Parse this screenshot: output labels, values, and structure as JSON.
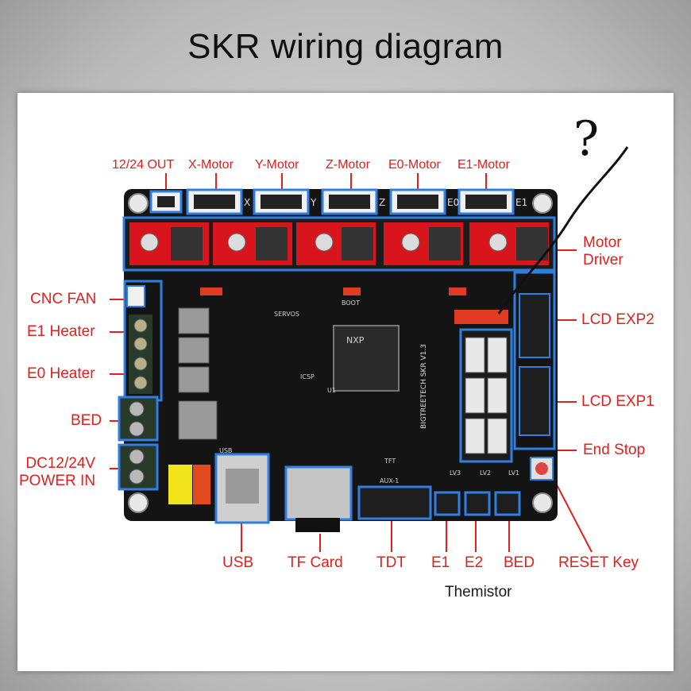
{
  "title": "SKR wiring diagram",
  "top_labels": {
    "out_1224": "12/24 OUT",
    "x_motor": "X-Motor",
    "y_motor": "Y-Motor",
    "z_motor": "Z-Motor",
    "e0_motor": "E0-Motor",
    "e1_motor": "E1-Motor"
  },
  "left_labels": {
    "cnc_fan": "CNC FAN",
    "e1_heater": "E1 Heater",
    "e0_heater": "E0 Heater",
    "bed": "BED",
    "power_in": "DC12/24V\nPOWER IN"
  },
  "right_labels": {
    "motor_driver": "Motor\nDriver",
    "lcd_exp2": "LCD EXP2",
    "lcd_exp1": "LCD EXP1",
    "end_stop": "End Stop",
    "reset_key": "RESET Key"
  },
  "bottom_labels": {
    "usb": "USB",
    "tf_card": "TF Card",
    "tdt": "TDT",
    "e1": "E1",
    "e2": "E2",
    "bed": "BED",
    "themistor": "Themistor"
  },
  "annotation": "?",
  "board": {
    "name": "BIGTREETECH SKR V1.3",
    "chip": "NXP",
    "axis_marks": [
      "X",
      "Y",
      "Z",
      "E0",
      "E1"
    ],
    "silk": [
      "SERVOS",
      "ICSP",
      "TFT",
      "AUX-1",
      "USB",
      "U1",
      "BOOT",
      "LV1",
      "LV2",
      "LV3"
    ]
  },
  "colors": {
    "label_red": "#e0201e",
    "box_blue": "#2f7fe0",
    "board_black": "#141414",
    "driver_red": "#d8141c",
    "terminal_green": "#2a3a2a"
  }
}
